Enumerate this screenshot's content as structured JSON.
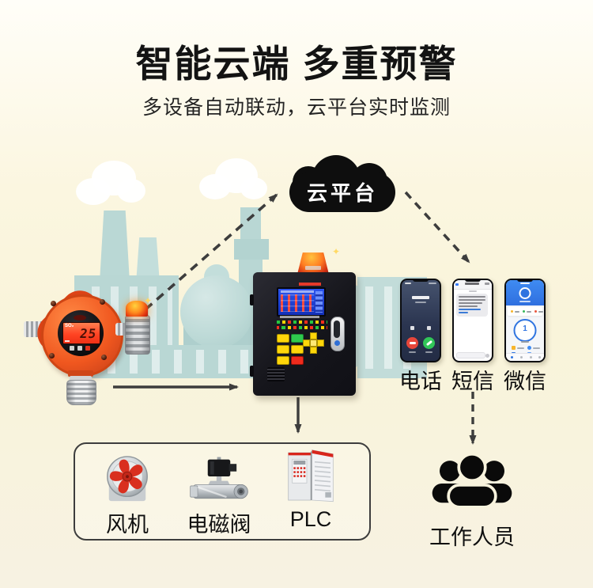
{
  "header": {
    "title": "智能云端 多重预警",
    "subtitle": "多设备自动联动，云平台实时监测"
  },
  "cloud": {
    "label": "云平台"
  },
  "detector": {
    "gas_label": "SO₂",
    "reading": "25"
  },
  "channels": {
    "phone": "电话",
    "sms": "短信",
    "wechat": "微信"
  },
  "wechat": {
    "badge": "1"
  },
  "devices": {
    "fan": "风机",
    "valve": "电磁阀",
    "plc": "PLC"
  },
  "staff": {
    "label": "工作人员"
  },
  "colors": {
    "background_top": "#fffef8",
    "background_bottom": "#f7f2e2",
    "title_text": "#131313",
    "cloud_fill": "#0e0e0e",
    "arrow": "#3d3d3d",
    "factory_teal": "#b9d7d4",
    "detector_orange": "#f0571f",
    "lcd_red": "#ff4423",
    "beacon_orange": "#ff8c1e",
    "call_decline_red": "#e7463a",
    "call_accept_green": "#31c658",
    "wechat_blue": "#2f74e0",
    "panel_screen_blue": "#2c55ef",
    "button_yellow": "#ffd60a"
  }
}
